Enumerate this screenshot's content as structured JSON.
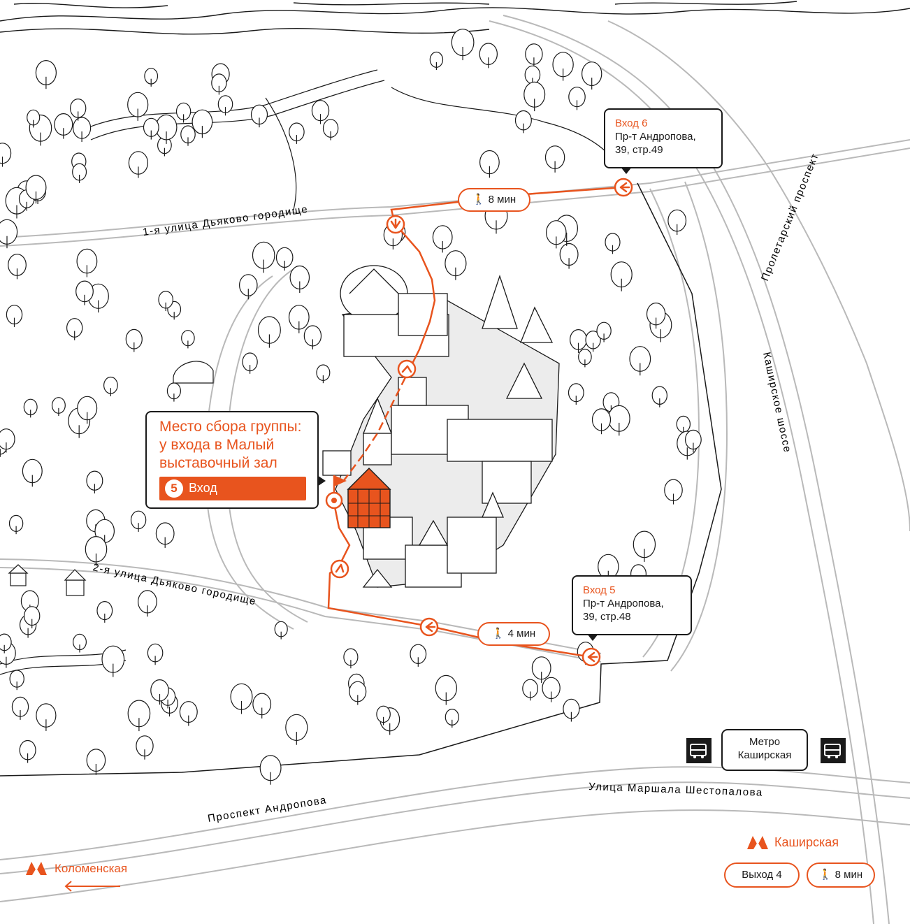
{
  "streets": {
    "dyakovo1": "1-я улица Дьяково городище",
    "dyakovo2": "2-я улица Дьяково городище",
    "proletarsky": "Пролетарский проспект",
    "kashirskoe": "Каширское шоссе",
    "shestopalova": "Улица Маршала Шестопалова",
    "andropova": "Проспект Андропова"
  },
  "entrance6": {
    "title": "Вход 6",
    "line1": "Пр-т Андропова,",
    "line2": "39, стр.49",
    "walk": "8 мин"
  },
  "entrance5": {
    "title": "Вход 5",
    "line1": "Пр-т Андропова,",
    "line2": "39, стр.48",
    "walk": "4 мин"
  },
  "meeting": {
    "line1": "Место сбора группы:",
    "line2": "у входа в Малый",
    "line3": "выставочный зал",
    "entry_number": "5",
    "entry_label": "Вход"
  },
  "bus_stop": {
    "line1": "Метро",
    "line2": "Каширская"
  },
  "metro_kashirskaya": {
    "name": "Каширская",
    "exit": "Выход 4",
    "walk": "8 мин"
  },
  "metro_kolomenskaya": {
    "name": "Коломенская"
  },
  "colors": {
    "accent": "#e8541e",
    "ink": "#1a1a1a",
    "paper": "#ffffff"
  },
  "icons": [
    "metro-icon",
    "walk-icon",
    "bus-icon",
    "arrow-left-icon",
    "route-arrow-icon",
    "meeting-point-icon"
  ]
}
